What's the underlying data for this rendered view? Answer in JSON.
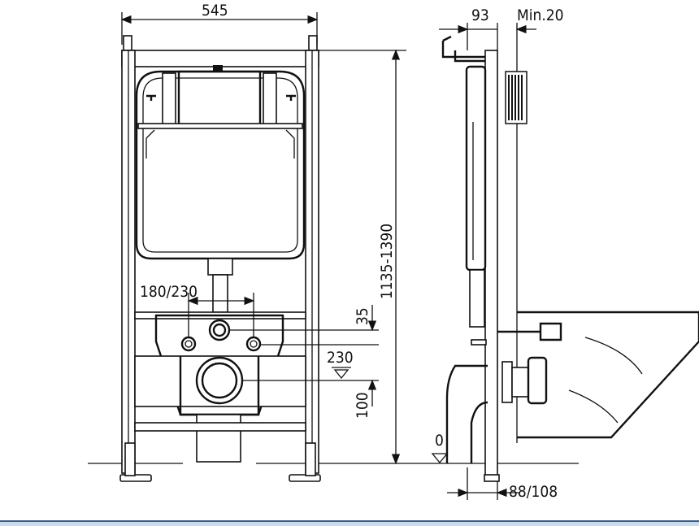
{
  "drawing": {
    "front_view": {
      "width_label": "545",
      "height_label": "1135-1390",
      "bolt_spacing_label": "180/230",
      "inlet_offset_label": "35",
      "inlet_height_label": "230",
      "outlet_offset_label": "100",
      "floor_level_label": "0"
    },
    "side_view": {
      "depth_label": "93",
      "wall_gap_label": "Min.20",
      "foot_depth_label": "88/108"
    }
  },
  "colors": {
    "line": "#111111",
    "status_bar": "#c9dcf0"
  }
}
